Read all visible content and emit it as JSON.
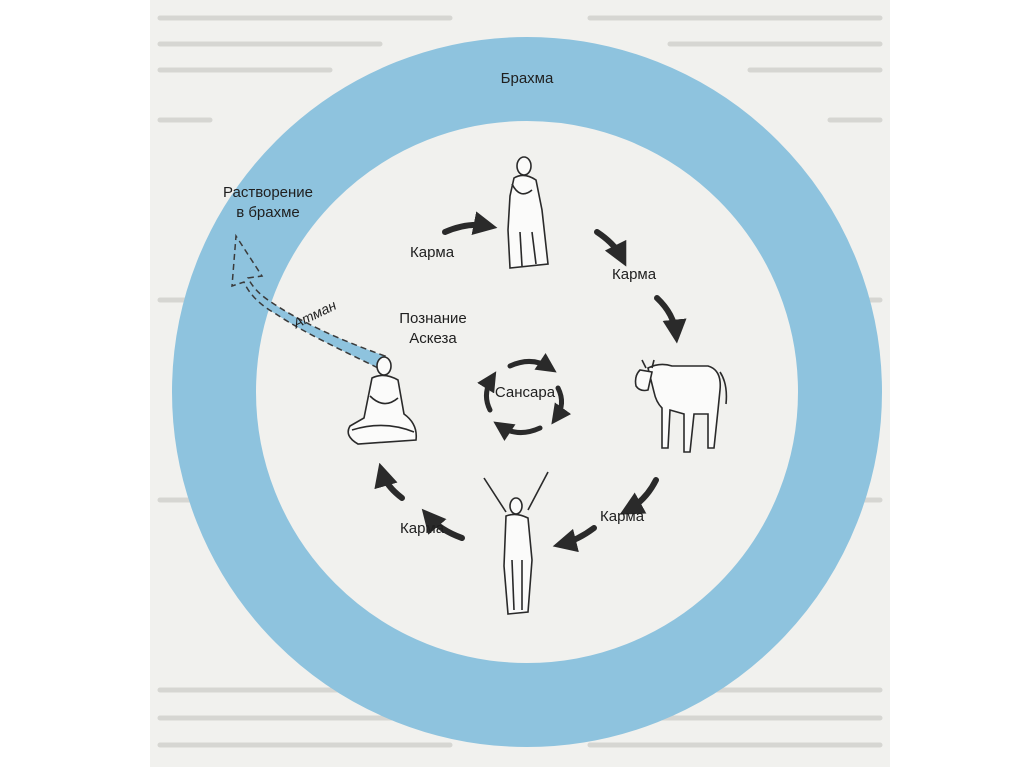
{
  "diagram": {
    "outer_ring_label": "Брахма",
    "dissolution_label_line1": "Растворение",
    "dissolution_label_line2": "в брахме",
    "atman_label": "Атман",
    "knowledge_label_line1": "Познание",
    "knowledge_label_line2": "Аскеза",
    "samsara_label": "Сансара",
    "karma_labels": [
      "Карма",
      "Карма",
      "Карма",
      "Карма"
    ],
    "figures": [
      "standing-person",
      "cow",
      "person-raising-arms",
      "meditating-person"
    ],
    "colors": {
      "ring": "#8ec3de",
      "atman_arrow": "#8ec3de",
      "arrows": "#2a2a2a",
      "page": "#f1f1ee"
    }
  }
}
